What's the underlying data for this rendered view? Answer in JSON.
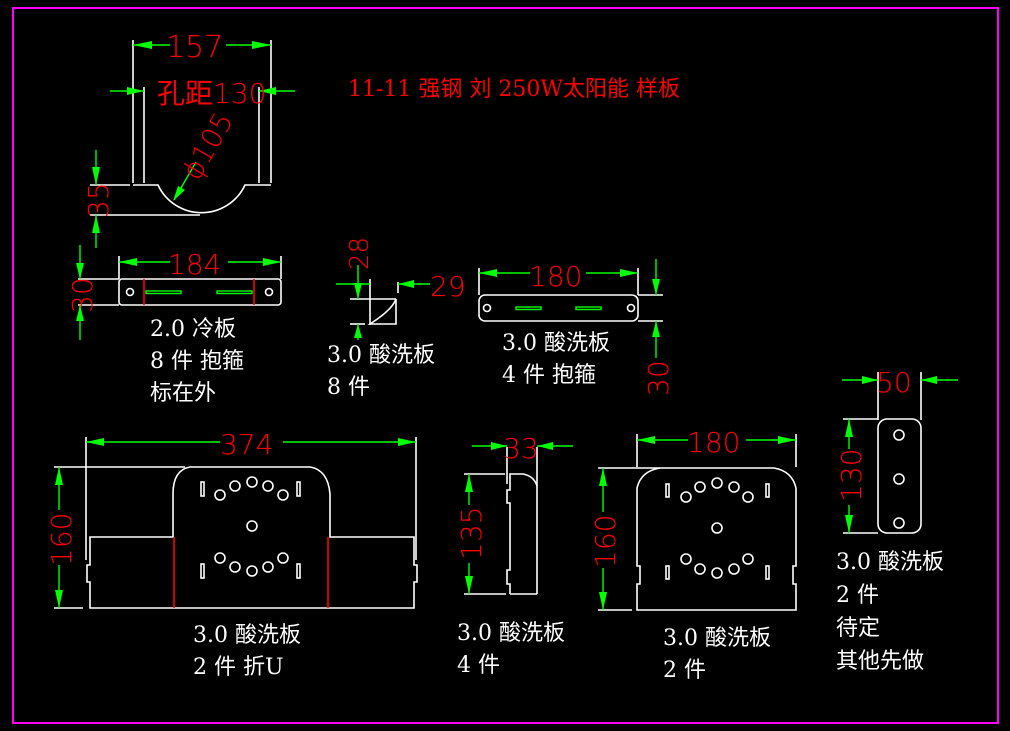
{
  "title": "11-11 强钢 刘 250W太阳能 样板",
  "colors": {
    "background": "#000000",
    "geometry": "#ffffff",
    "dimension_text": "#ff0000",
    "dimension_lines": "#00ff00",
    "frame": "#ff00ff"
  },
  "parts": {
    "top_bracket": {
      "dims": {
        "width": "157",
        "hole_distance": "孔距130",
        "diameter": "ϕ105",
        "height": "35"
      }
    },
    "strap_cold": {
      "dims": {
        "length": "184",
        "height": "30"
      },
      "notes": [
        "2.0 冷板",
        "8 件 抱箍",
        "标在外"
      ]
    },
    "corner_piece": {
      "dims": {
        "height": "28",
        "width": "29"
      },
      "notes": [
        "3.0 酸洗板",
        "8 件"
      ]
    },
    "strap_pickled": {
      "dims": {
        "length": "180",
        "height": "30"
      },
      "notes": [
        "3.0 酸洗板",
        "4 件 抱箍"
      ]
    },
    "folded_plate": {
      "dims": {
        "width": "374",
        "height": "160"
      },
      "notes": [
        "3.0 酸洗板",
        "2 件 折U"
      ]
    },
    "side_plate": {
      "dims": {
        "width": "33",
        "height": "135"
      },
      "notes": [
        "3.0 酸洗板",
        "4 件"
      ]
    },
    "mount_plate": {
      "dims": {
        "width": "180",
        "height": "160"
      },
      "notes": [
        "3.0 酸洗板",
        "2 件"
      ]
    },
    "small_plate": {
      "dims": {
        "width": "50",
        "height": "130"
      },
      "notes": [
        "3.0 酸洗板",
        "2 件",
        "待定",
        "其他先做"
      ]
    }
  }
}
